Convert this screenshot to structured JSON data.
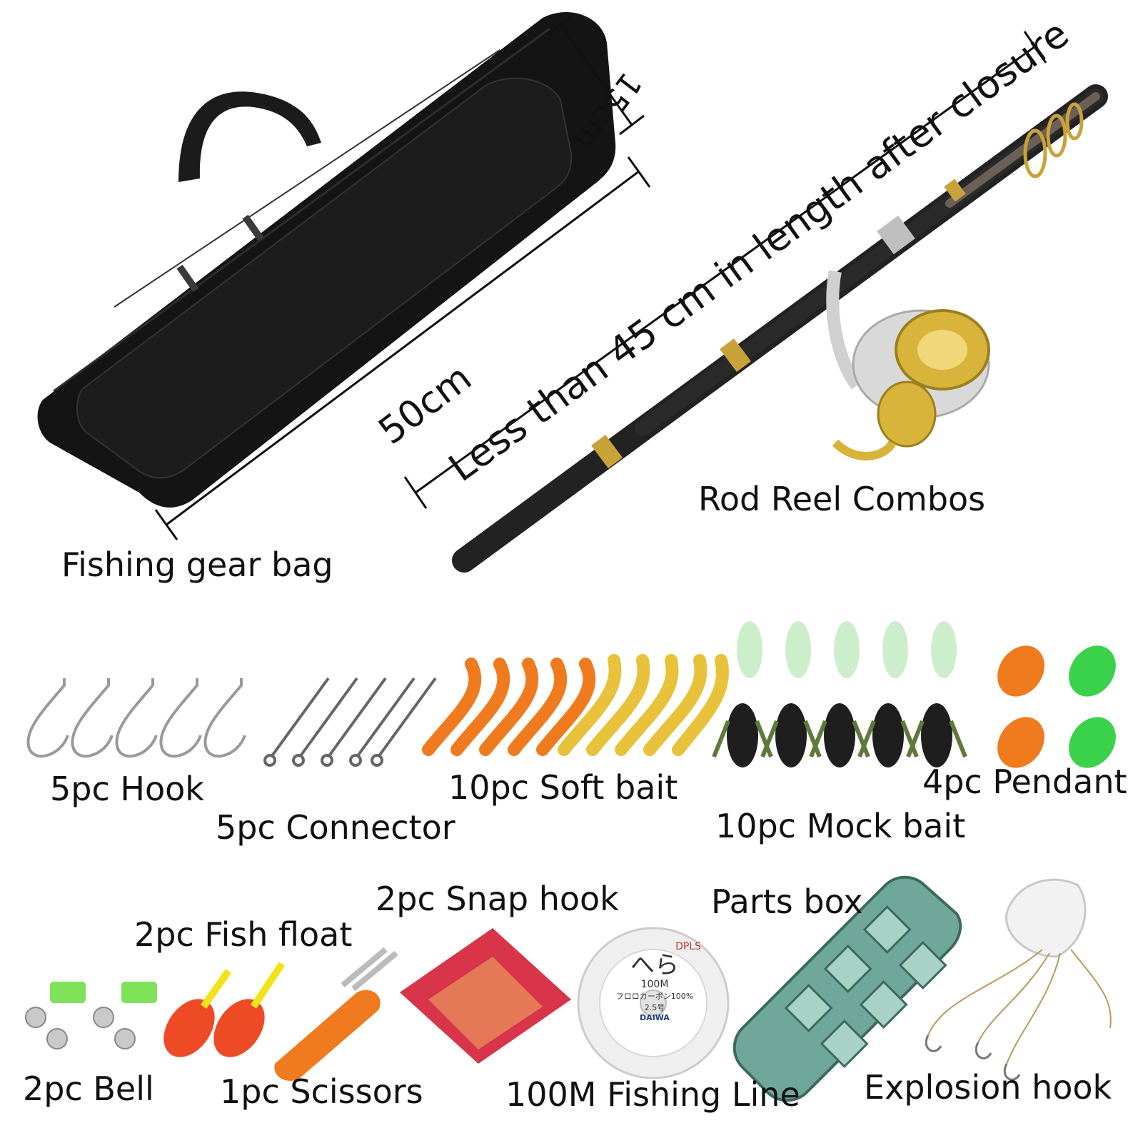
{
  "top": {
    "bag_label": "Fishing gear bag",
    "bag_length": "50cm",
    "bag_width": "15cm",
    "rod_length_note": "Less than 45 cm in length after closure",
    "rod_label": "Rod Reel Combos"
  },
  "items": {
    "hook": "5pc Hook",
    "connector": "5pc Connector",
    "soft_bait": "10pc Soft bait",
    "mock_bait": "10pc Mock bait",
    "pendant": "4pc Pendant",
    "bell": "2pc Bell",
    "fish_float": "2pc Fish float",
    "scissors": "1pc Scissors",
    "snap_hook": "2pc Snap hook",
    "fishing_line": "100M Fishing Line",
    "parts_box": "Parts box",
    "explosion_hook": "Explosion hook"
  },
  "product_print": {
    "spool_brand": "DPLS",
    "spool_kana": "へら",
    "spool_length": "100M",
    "spool_material": "フロロカーボン100%",
    "spool_size": "2.5号",
    "spool_maker": "DAIWA"
  },
  "colors": {
    "bag": "#141414",
    "orange": "#f07a1e",
    "yellow": "#e8c23a",
    "glow": "#cdeecb",
    "green": "#39d24a",
    "box": "#6fa79a",
    "gold": "#d8b43a"
  }
}
